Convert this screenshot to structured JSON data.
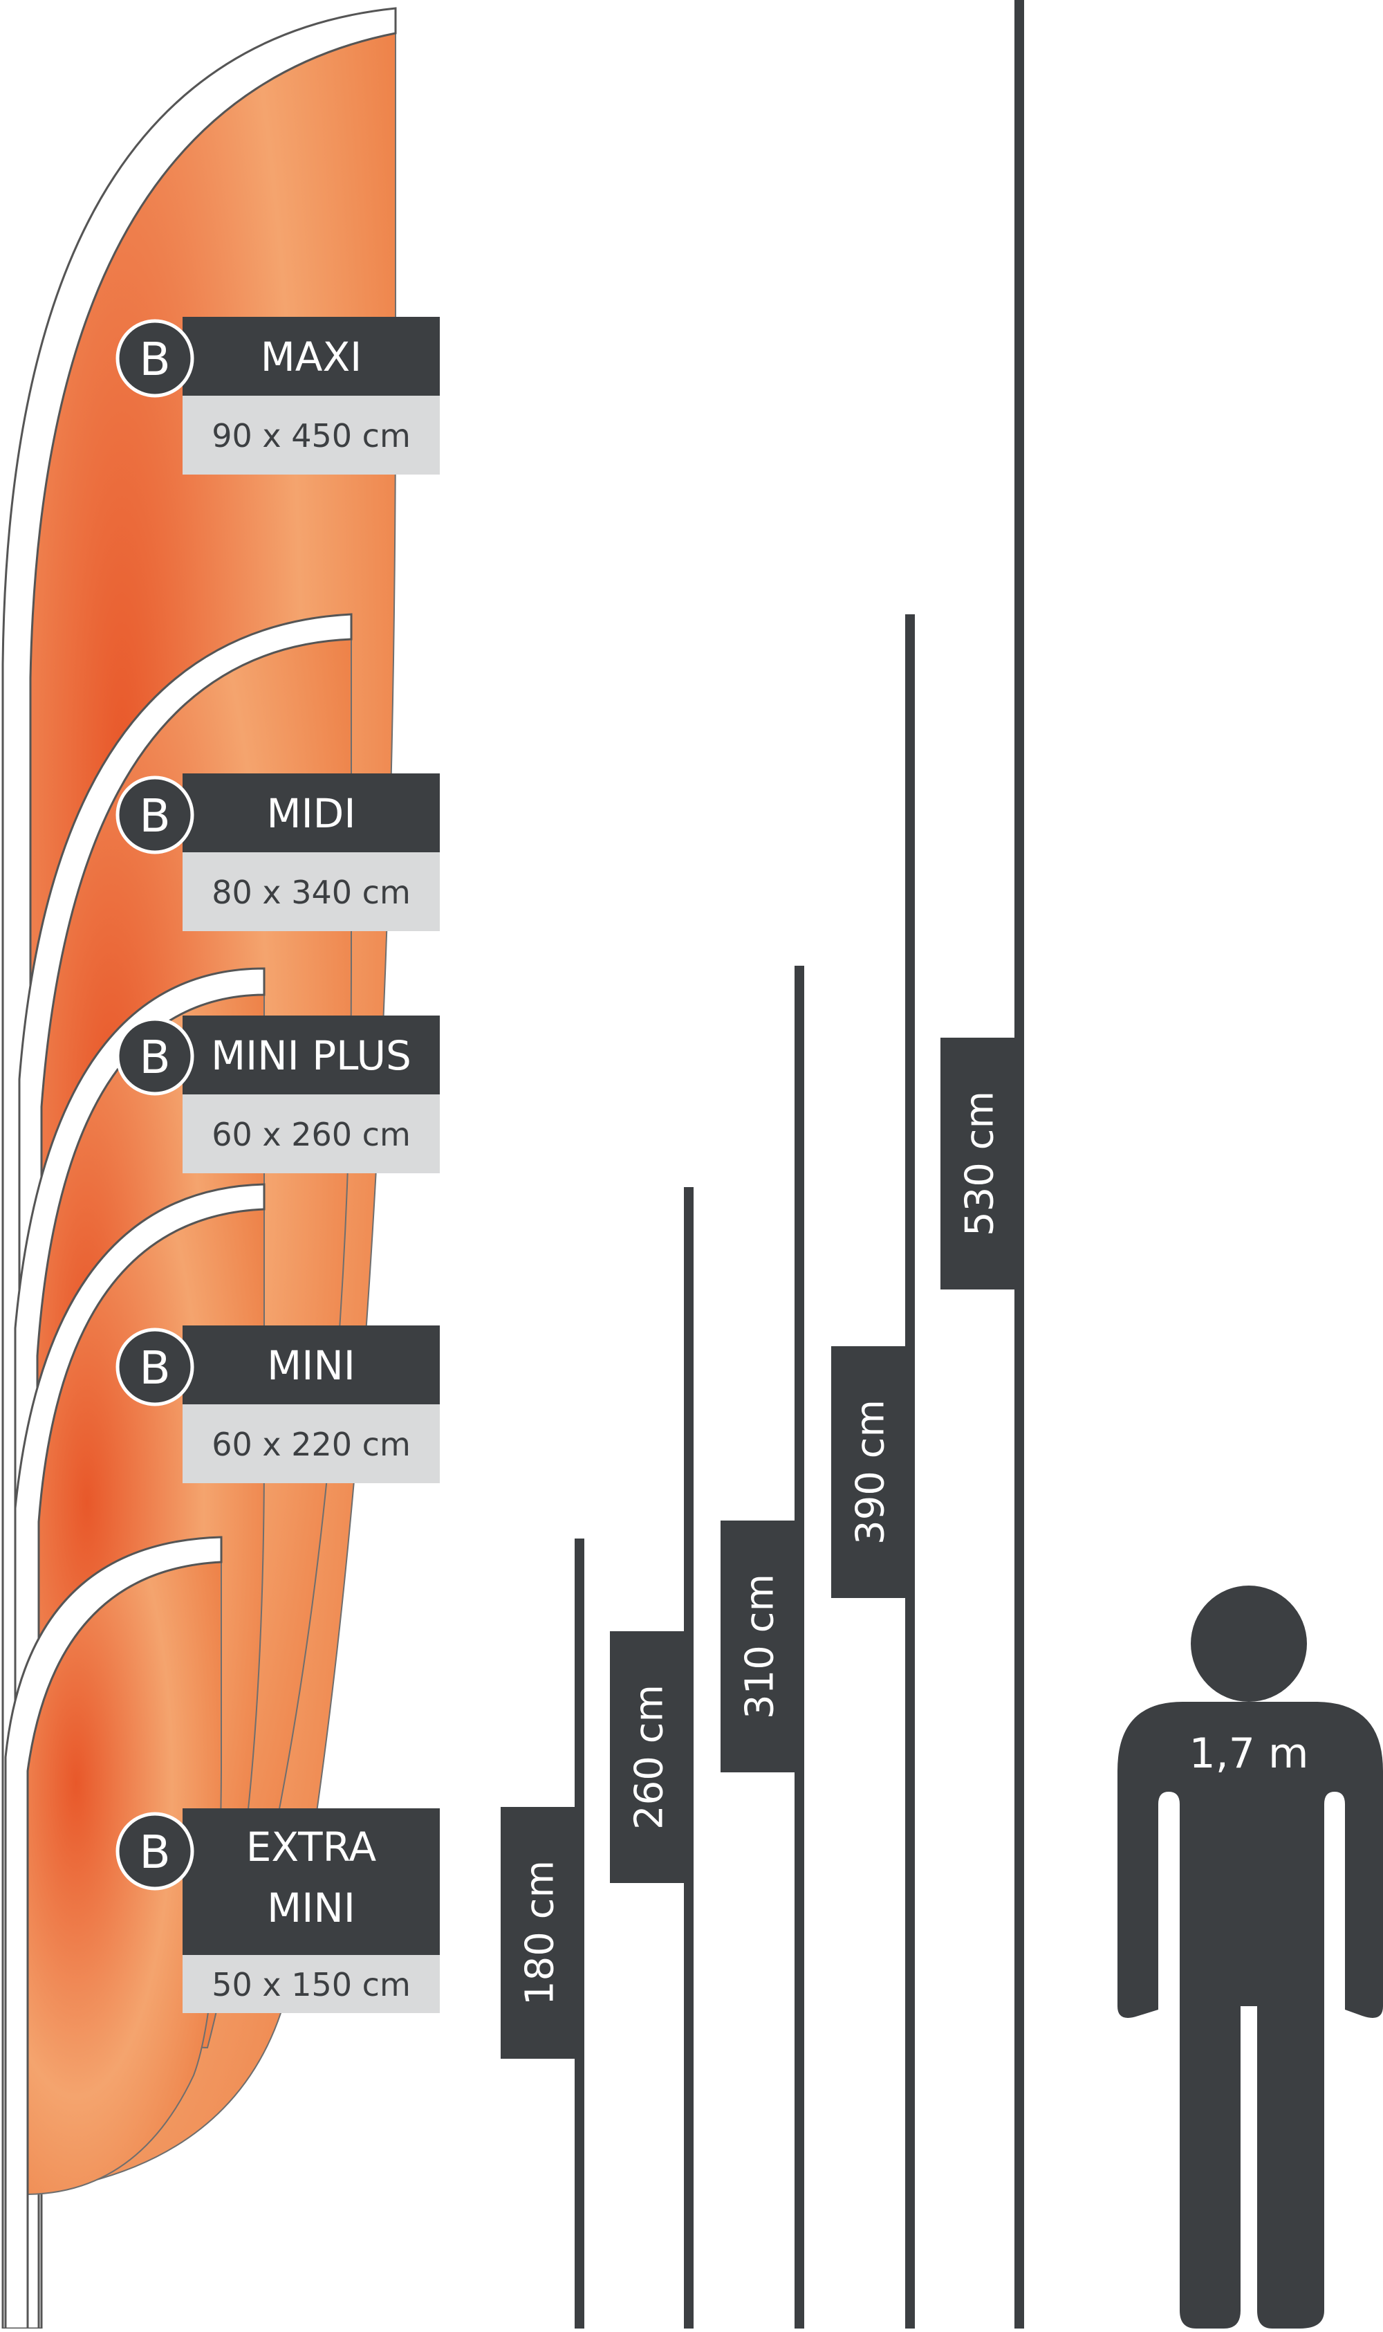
{
  "colors": {
    "flag_dark": "#e8582a",
    "flag_light": "#f4a46e",
    "panel_dark": "#3c3f42",
    "panel_light": "#d9dadb",
    "text_dark": "#3c3f42",
    "text_light": "#ffffff",
    "person": "#3c3f42"
  },
  "badge_letter": "B",
  "flags": [
    {
      "id": "maxi",
      "name": "MAXI",
      "size": "90 x 450 cm"
    },
    {
      "id": "midi",
      "name": "MIDI",
      "size": "80 x 340 cm"
    },
    {
      "id": "mini-plus",
      "name": "MINI PLUS",
      "size": "60 x 260 cm"
    },
    {
      "id": "mini",
      "name": "MINI",
      "size": "60 x 220 cm"
    },
    {
      "id": "extra-mini",
      "name": [
        "EXTRA",
        "MINI"
      ],
      "size": "50 x 150 cm"
    }
  ],
  "poles": [
    {
      "id": "180",
      "label": "180 cm"
    },
    {
      "id": "260",
      "label": "260 cm"
    },
    {
      "id": "310",
      "label": "310 cm"
    },
    {
      "id": "390",
      "label": "390 cm"
    },
    {
      "id": "530",
      "label": "530 cm"
    }
  ],
  "person": {
    "label": "1,7 m"
  }
}
